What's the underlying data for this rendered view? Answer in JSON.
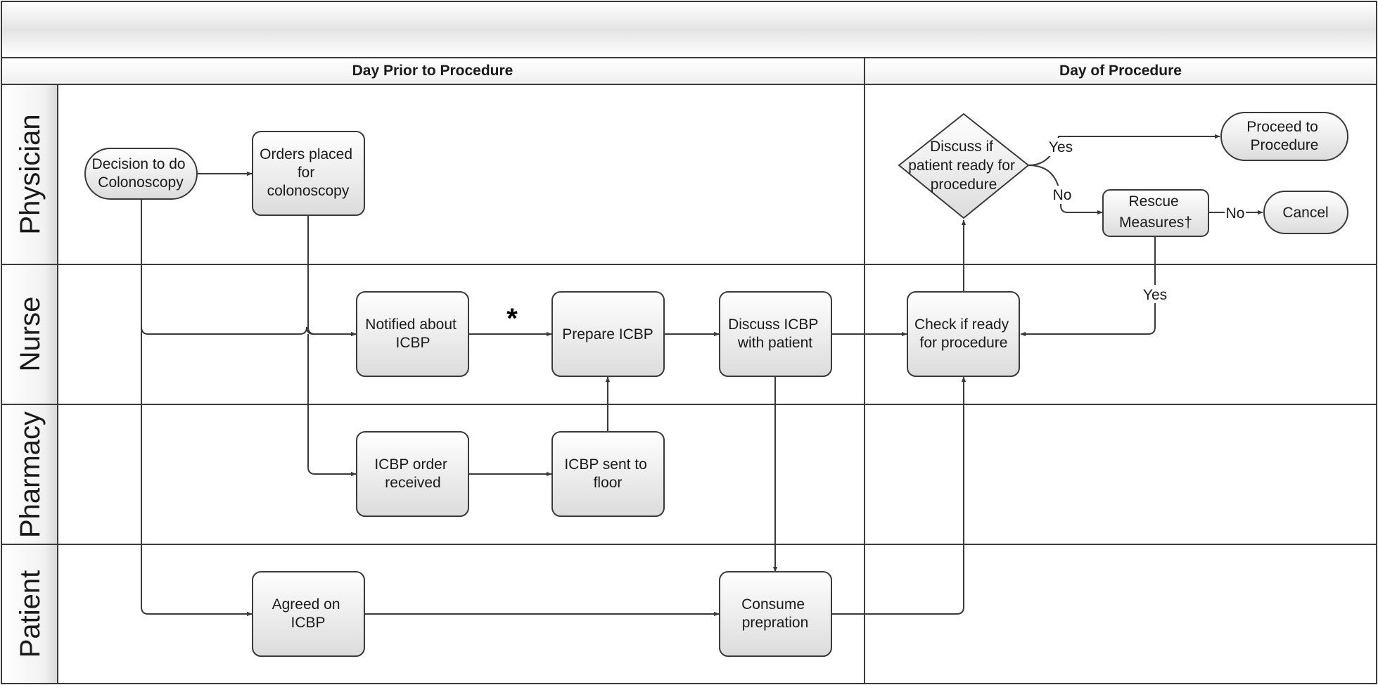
{
  "phases": {
    "before": "Day Prior to Procedure",
    "day_of": "Day of Procedure"
  },
  "lanes": {
    "physician": "Physician",
    "nurse": "Nurse",
    "pharmacy": "Pharmacy",
    "patient": "Patient"
  },
  "nodes": {
    "decision": [
      "Decision to do",
      "Colonoscopy"
    ],
    "orders": [
      "Orders placed",
      "for",
      "colonoscopy"
    ],
    "notified": [
      "Notified about",
      "ICBP"
    ],
    "prepare": [
      "Prepare ICBP"
    ],
    "discuss_icbp": [
      "Discuss ICBP",
      "with patient"
    ],
    "check_ready": [
      "Check if ready",
      "for procedure"
    ],
    "discuss_ready": [
      "Discuss if",
      "patient ready for",
      "procedure"
    ],
    "proceed": [
      "Proceed to",
      "Procedure"
    ],
    "rescue": [
      "Rescue",
      "Measures†"
    ],
    "cancel": [
      "Cancel"
    ],
    "order_received": [
      "ICBP order",
      "received"
    ],
    "sent_floor": [
      "ICBP sent to",
      "floor"
    ],
    "agreed": [
      "Agreed on",
      "ICBP"
    ],
    "consume": [
      "Consume",
      "prepration"
    ]
  },
  "edge_labels": {
    "yes_proceed": "Yes",
    "no_rescue": "No",
    "no_cancel": "No",
    "yes_rescue": "Yes"
  },
  "asterisk": "*",
  "colors": {
    "stroke": "#3a3a3a",
    "node_fill_top": "#ffffff",
    "node_fill_bottom": "#dedede"
  }
}
